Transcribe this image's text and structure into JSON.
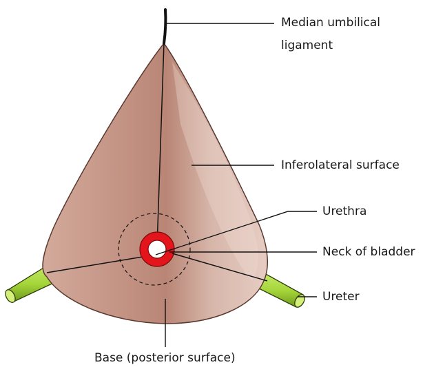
{
  "labels": {
    "median_umbilical_ligament_line1": "Median umbilical",
    "median_umbilical_ligament_line2": "ligament",
    "inferolateral_surface": "Inferolateral surface",
    "urethra": "Urethra",
    "neck_of_bladder": "Neck of bladder",
    "ureter": "Ureter",
    "base": "Base (posterior surface)"
  },
  "colors": {
    "bladder_light": "#e2c6bb",
    "bladder_mid": "#c99e8f",
    "bladder_dark": "#a87464",
    "outline": "#5a3a30",
    "ureter": "#a5d63a",
    "ureter_dark": "#6f9a1c",
    "neck_ring": "#e3141b",
    "line": "#111111"
  }
}
